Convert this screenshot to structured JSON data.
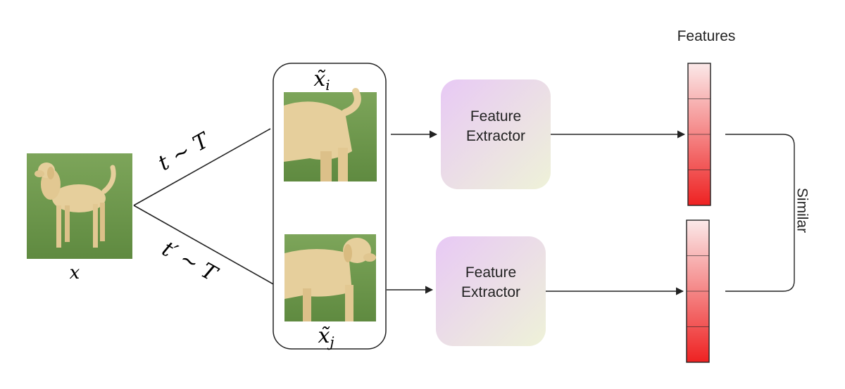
{
  "labels": {
    "input": "x",
    "branch_top": "t ∼ T",
    "branch_bottom": "t′ ∼ T",
    "view_i": "x̃",
    "view_i_sub": "i",
    "view_j": "x̃",
    "view_j_sub": "j",
    "extractor_line1": "Feature",
    "extractor_line2": "Extractor",
    "features_title": "Features",
    "similar": "Similar"
  },
  "colors": {
    "stroke": "#222222",
    "box_gradient_start": "#e8c9f5",
    "box_gradient_end": "#eef2d8",
    "feature_light": "#fbe9e9",
    "feature_dark": "#ee2222",
    "grass": "#6f9a4c",
    "dog": "#e6cf9c"
  },
  "icons": {
    "input_image": "dog-photo-icon",
    "view_i_image": "dog-rear-crop-icon",
    "view_j_image": "dog-front-crop-icon"
  }
}
